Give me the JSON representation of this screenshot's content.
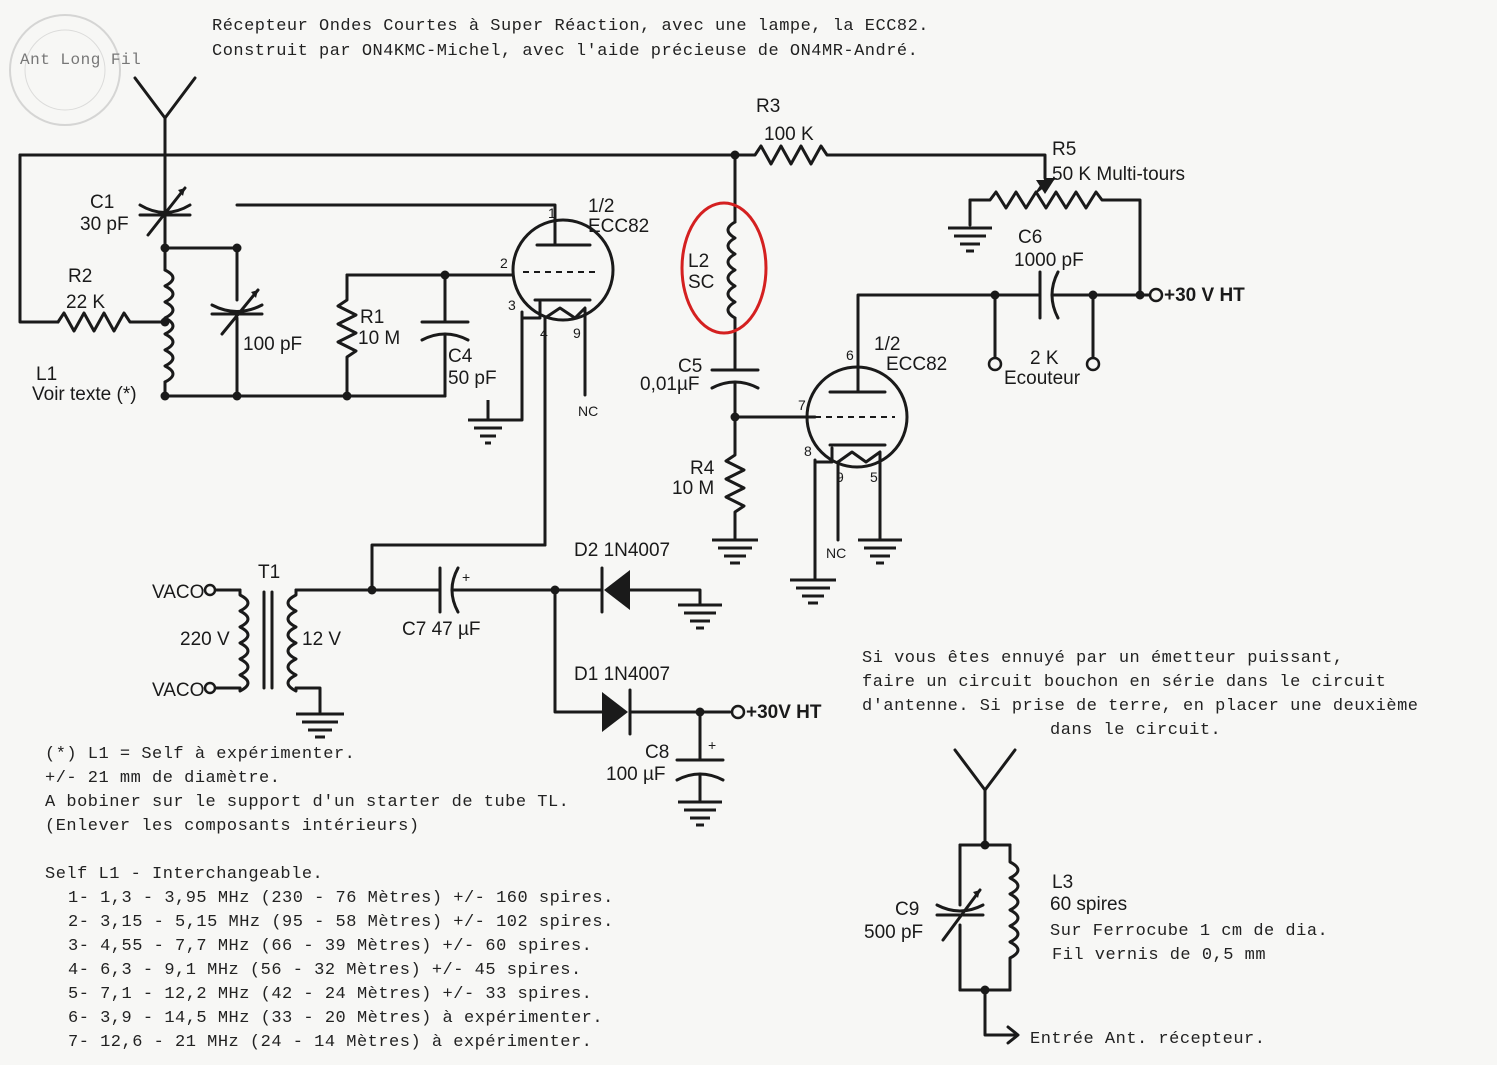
{
  "header": {
    "line1": "Récepteur Ondes Courtes à Super Réaction, avec une lampe, la ECC82.",
    "line2": "Construit par ON4KMC-Michel, avec l'aide précieuse de ON4MR-André."
  },
  "labels": {
    "ant": "Ant Long Fil",
    "c1_name": "C1",
    "c1_val": "30 pF",
    "r2_name": "R2",
    "r2_val": "22 K",
    "l1_name": "L1",
    "l1_val": "Voir texte (*)",
    "cvar_val": "100 pF",
    "r1_name": "R1",
    "r1_val": "10 M",
    "c4_name": "C4",
    "c4_val": "50 pF",
    "v1_half": "1/2",
    "v1_name": "ECC82",
    "pin1": "1",
    "pin2": "2",
    "pin3": "3",
    "pin4": "4",
    "pin9a": "9",
    "nc1": "NC",
    "r3_name": "R3",
    "r3_val": "100 K",
    "l2_name": "L2",
    "l2_val": "SC",
    "c5_name": "C5",
    "c5_val": "0,01µF",
    "r4_name": "R4",
    "r4_val": "10 M",
    "r5_name": "R5",
    "r5_val": "50 K Multi-tours",
    "c6_name": "C6",
    "c6_val": "1000 pF",
    "ht1": "+30 V HT",
    "ecouteur_val": "2 K",
    "ecouteur": "Ecouteur",
    "v2_half": "1/2",
    "v2_name": "ECC82",
    "pin6": "6",
    "pin7": "7",
    "pin8": "8",
    "pin9b": "9",
    "pin5": "5",
    "nc2": "NC",
    "t1": "T1",
    "vaco1": "VACO",
    "vaco2": "VACO",
    "v220": "220 V",
    "v12": "12 V",
    "c7": "C7 47 µF",
    "plus1": "+",
    "d2": "D2 1N4007",
    "d1": "D1 1N4007",
    "ht2": "+30V HT",
    "c8_name": "C8",
    "c8_val": "100 µF",
    "plus2": "+",
    "c9_name": "C9",
    "c9_val": "500 pF",
    "l3_name": "L3",
    "l3_val": "60 spires",
    "l3_note1": "Sur Ferrocube 1 cm de dia.",
    "l3_note2": "Fil vernis de 0,5 mm",
    "entree": "Entrée Ant. récepteur."
  },
  "note_interference": [
    "Si vous êtes ennuyé par un émetteur puissant,",
    "faire un circuit bouchon en série dans le circuit",
    "d'antenne. Si prise de terre, en placer une deuxième",
    "dans le circuit."
  ],
  "note_l1": [
    "(*) L1 = Self à expérimenter.",
    "+/- 21 mm de diamètre.",
    "A bobiner sur le support d'un starter de tube TL.",
    "(Enlever les composants intérieurs)"
  ],
  "self_l1": {
    "title": "Self L1 - Interchangeable.",
    "rows": [
      "1- 1,3 - 3,95 MHz (230 - 76 Mètres) +/- 160 spires.",
      "2- 3,15 - 5,15 MHz (95 - 58 Mètres) +/- 102 spires.",
      "3- 4,55 - 7,7 MHz (66 - 39 Mètres) +/- 60 spires.",
      "4- 6,3 - 9,1 MHz (56 - 32 Mètres) +/- 45 spires.",
      "5- 7,1 - 12,2 MHz (42 - 24 Mètres) +/- 33 spires.",
      "6- 3,9 - 14,5 MHz (33 - 20 Mètres) à expérimenter.",
      "7- 12,6 - 21 MHz (24 - 14 Mètres) à expérimenter."
    ]
  },
  "colors": {
    "ink": "#1a1a1a",
    "highlight": "#d42020",
    "paper": "#f7f7f5"
  }
}
